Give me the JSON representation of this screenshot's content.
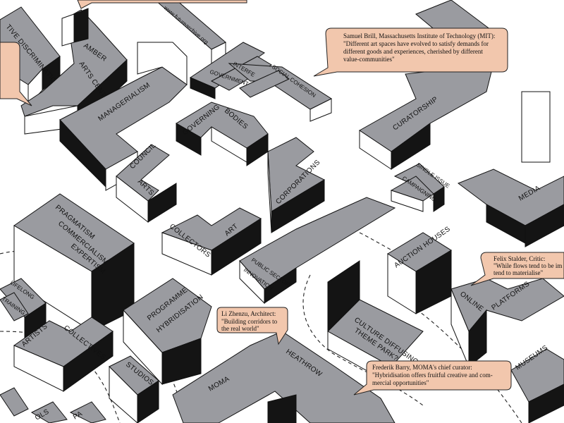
{
  "labels": {
    "collective_discrimination": "TIVE DISCRIMINATION",
    "amber": "AMBER",
    "arts_centre": "ARTS CENTRE",
    "url": "www.futurearchive.org",
    "managerialism": "MANAGERIALISM",
    "government": "GOVERNMENT",
    "interfe": "INTERFE",
    "social_cohesion": "SOCIAL COHESION",
    "curatorship": "CURATORSHIP",
    "governing": "GOVERNING",
    "bodies": "BODIES",
    "council": "COUNCIL",
    "arts": "ARTS",
    "corporations": "CORPORATIONS",
    "single_issue": "SINGLE ISSUE",
    "campaigning": "CAMPAIGNING",
    "media": "MEDIA",
    "pragmatism": "PRAGMATISM",
    "commercialism": "COMMERCIALISM",
    "expertism": "EXPERTISM",
    "collectors": "COLLECTORS",
    "art": "ART",
    "public_sector": "PUBLIC SECTOR",
    "innovation": "INNOVATION",
    "auction_houses": "AUCTION HOUSES",
    "online": "ONLINE",
    "platforms": "PLATFORMS",
    "lifelong": "LIFELONG",
    "training": "TRAINING",
    "artists": "ARTISTS'",
    "collectives": "COLLECTIVES",
    "programme": "PROGRAMME",
    "hybridisation": "HYBRIDISATION",
    "culture_diffusing": "CULTURE DIFFUSING",
    "theme_park": "THEME PARK?",
    "studios": "STUDIOS",
    "heathrow": "HEATHROW",
    "moma": "MOMA",
    "museums": "MUSEUMS",
    "pa": "PA",
    "ols": "OLS"
  },
  "quotes": {
    "brill": {
      "line1": "Samuel Brill, Massachusetts Institute of Technology (MIT):",
      "line2": "\"Different art spaces have evolved to satisfy demands for",
      "line3": "different goods and experiences, cherished by different",
      "line4": "value-communities\""
    },
    "stalder": {
      "line1": "Felix Stalder, Critic:",
      "line2": "\"While flows tend to be im",
      "line3": "tend to materialise\""
    },
    "zhenzu": {
      "line1": "Li Zhenzu, Architect:",
      "line2": "\"Building corridors to",
      "line3": "the real world\""
    },
    "barry": {
      "line1": "Frederik Barry, MOMA's chief curator:",
      "line2": "\"Hybridisation offers fruitful creative and com-",
      "line3": "mercial opportunities\""
    }
  },
  "colors": {
    "roof": "#9a9ba0",
    "shadow_face": "#141414",
    "light_face": "#ffffff",
    "bubble": "#f2c7ad"
  }
}
